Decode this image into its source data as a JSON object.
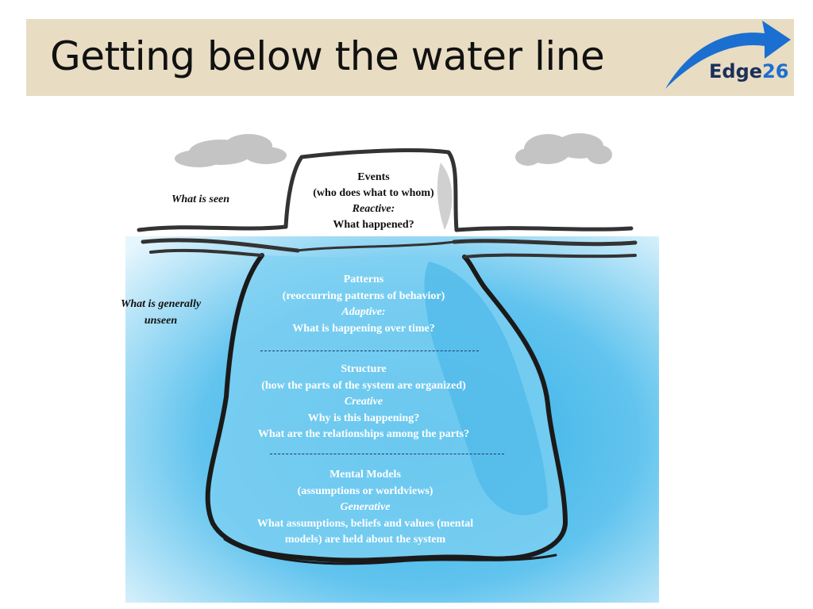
{
  "title": "Getting below the water line",
  "logo": {
    "word": "Edge",
    "number": "26"
  },
  "side_labels": {
    "seen": "What is seen",
    "unseen_line1": "What is generally",
    "unseen_line2": "unseen"
  },
  "levels": {
    "events": {
      "heading": "Events",
      "description": "(who does what to whom)",
      "mode": "Reactive:",
      "question": "What happened?"
    },
    "patterns": {
      "heading": "Patterns",
      "description": "(reoccurring patterns of behavior)",
      "mode": "Adaptive:",
      "question": "What is happening over time?"
    },
    "structure": {
      "heading": "Structure",
      "description": "(how the parts of the system are organized)",
      "mode": "Creative",
      "question": "Why is this happening?",
      "question2": "What are the relationships among the parts?"
    },
    "mental_models": {
      "heading": "Mental Models",
      "description": "(assumptions or worldviews)",
      "mode": "Generative",
      "question": "What assumptions, beliefs and values (mental",
      "question2": "models) are held about the system"
    }
  },
  "colors": {
    "water": "#3fb4e6",
    "water_light": "#bfe8f8",
    "ice": "#8fd6f2",
    "title_bar": "#e8dcc2",
    "logo_arrow": "#1b6fd0"
  }
}
